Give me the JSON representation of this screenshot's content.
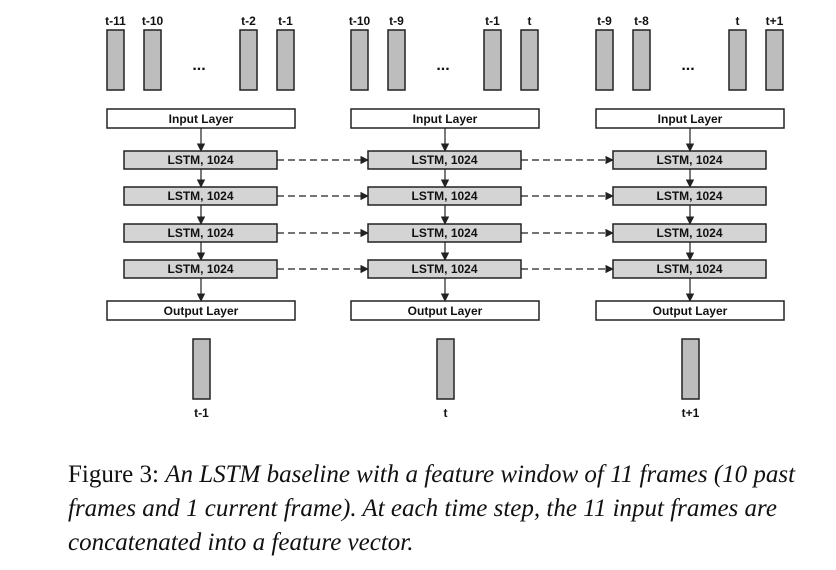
{
  "columns": [
    {
      "frame_labels": [
        "t-11",
        "t-10",
        "t-2",
        "t-1"
      ],
      "ellipsis": "...",
      "input_layer": "Input Layer",
      "lstm_layers": [
        "LSTM, 1024",
        "LSTM, 1024",
        "LSTM, 1024",
        "LSTM, 1024"
      ],
      "output_layer": "Output Layer",
      "output_label": "t-1"
    },
    {
      "frame_labels": [
        "t-10",
        "t-9",
        "t-1",
        "t"
      ],
      "ellipsis": "...",
      "input_layer": "Input Layer",
      "lstm_layers": [
        "LSTM, 1024",
        "LSTM, 1024",
        "LSTM, 1024",
        "LSTM, 1024"
      ],
      "output_layer": "Output Layer",
      "output_label": "t"
    },
    {
      "frame_labels": [
        "t-9",
        "t-8",
        "t",
        "t+1"
      ],
      "ellipsis": "...",
      "input_layer": "Input Layer",
      "lstm_layers": [
        "LSTM, 1024",
        "LSTM, 1024",
        "LSTM, 1024",
        "LSTM, 1024"
      ],
      "output_layer": "Output Layer",
      "output_label": "t+1"
    }
  ],
  "caption": {
    "prefix": "Figure 3:",
    "text": "An LSTM baseline with a feature window of 11 frames (10 past frames and 1 current frame). At each time step, the 11 input frames are concatenated into a feature vector."
  },
  "colors": {
    "box_fill": "#bdbdbd",
    "lstm_fill": "#d4d4d4",
    "stroke": "#222222"
  }
}
